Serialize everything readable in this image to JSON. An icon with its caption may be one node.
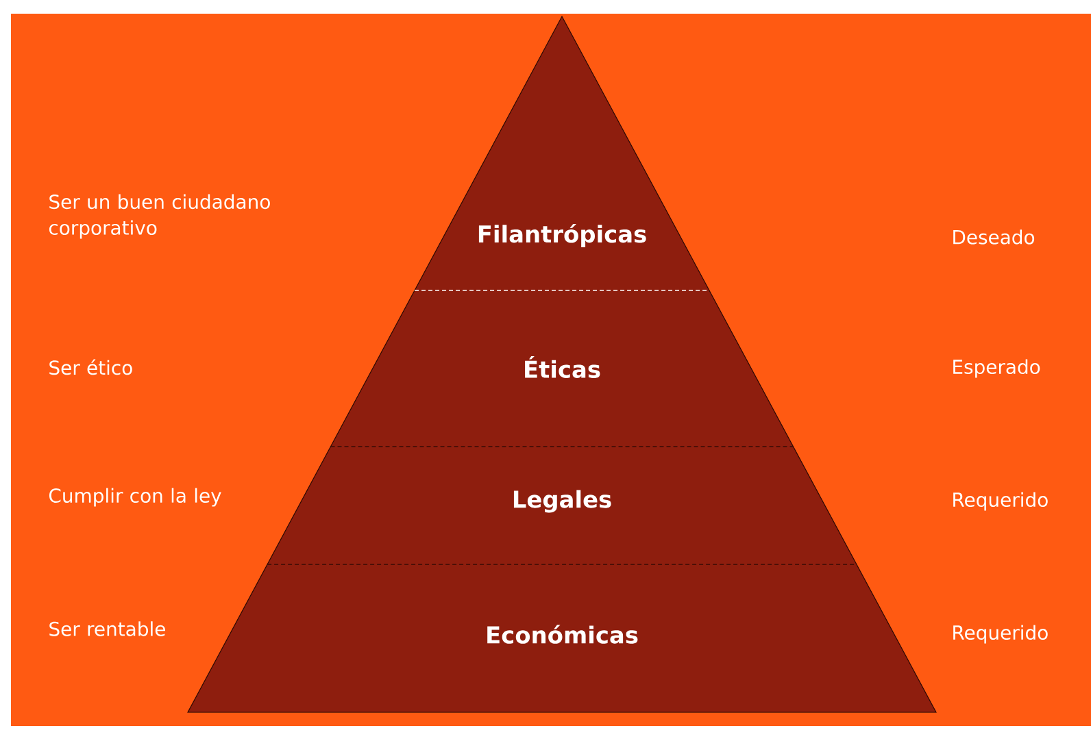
{
  "diagram": {
    "nodes": [
      {
        "text": [
          "Filantrópicas"
        ]
      },
      {
        "text": [
          "Éticas"
        ]
      },
      {
        "text": [
          "Legales"
        ]
      },
      {
        "text": [
          "Económicas"
        ]
      }
    ],
    "labels": [
      "Ser un buen ciudadano corporativo",
      "Deseado",
      "Ser ético",
      "Esperado",
      "Cumplir con la ley",
      "Requerido",
      "Ser rentable",
      "Requerido"
    ]
  }
}
